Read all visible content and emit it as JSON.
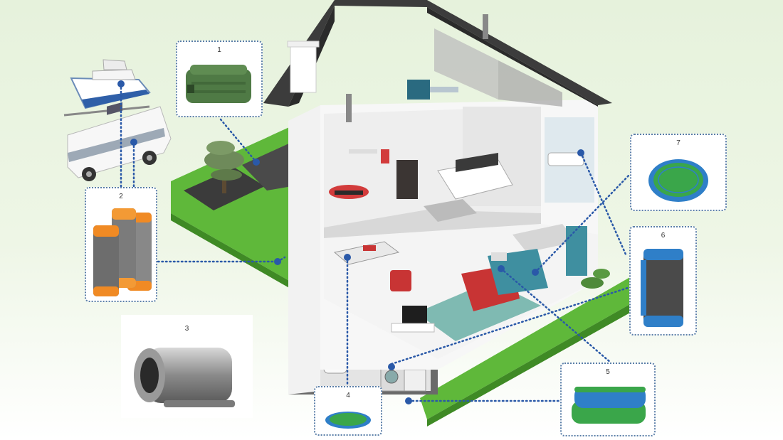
{
  "products": [
    {
      "number": "1",
      "name": "tank-product"
    },
    {
      "number": "2",
      "name": "cartridge-set-product"
    },
    {
      "number": "3",
      "name": "pipe-sleeve-product"
    },
    {
      "number": "4",
      "name": "small-disc-product"
    },
    {
      "number": "5",
      "name": "wrap-band-product"
    },
    {
      "number": "6",
      "name": "blue-cylinder-product"
    },
    {
      "number": "7",
      "name": "disc-product"
    }
  ],
  "colors": {
    "connector": "#2a59a8",
    "grass": "#5fb83a",
    "roof": "#3c3c3c",
    "orange": "#f08a24",
    "blue": "#2f7fc8",
    "green": "#3aa64a"
  }
}
